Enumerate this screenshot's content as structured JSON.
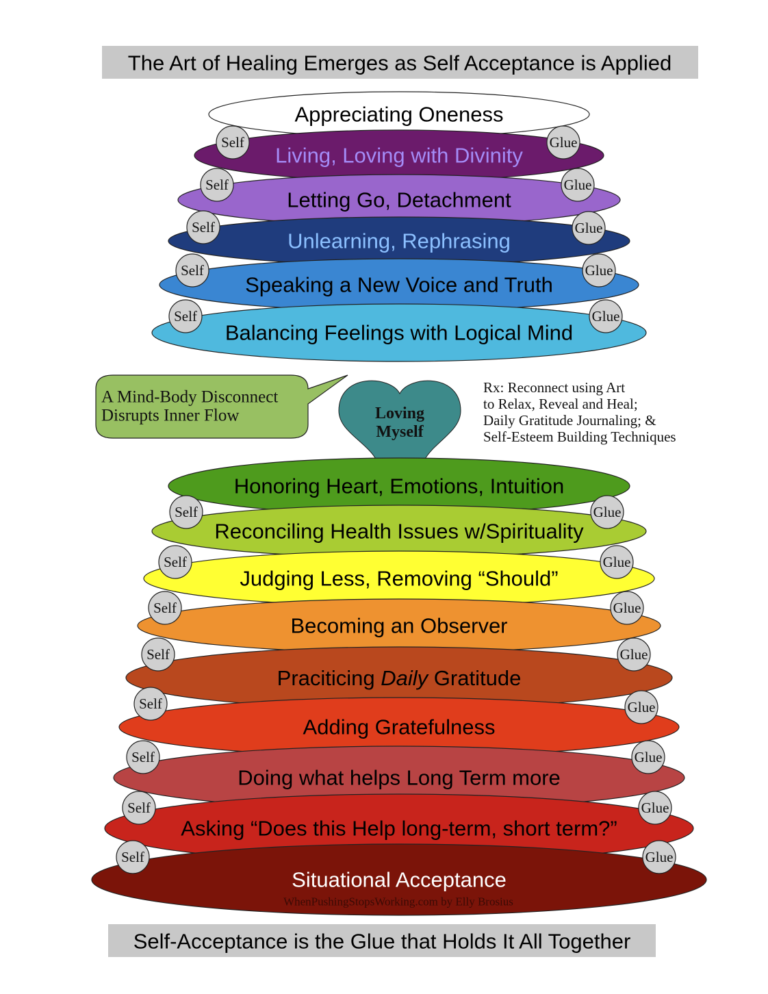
{
  "title": "The Art of Healing Emerges as Self Acceptance is Applied",
  "footer": "Self-Acceptance is the Glue that Holds It All Together",
  "badge_left": "Self",
  "badge_right": "Glue",
  "upper_layers": [
    {
      "label": "Appreciating Oneness",
      "fill": "#ffffff",
      "text": "#000000",
      "badges": false
    },
    {
      "label": "Living, Loving with Divinity",
      "fill": "#6b1b6b",
      "text": "#a48cf7",
      "badges": true
    },
    {
      "label": "Letting Go, Detachment",
      "fill": "#9966cc",
      "text": "#000000",
      "badges": true
    },
    {
      "label": "Unlearning, Rephrasing",
      "fill": "#1f3c7d",
      "text": "#8cc0ff",
      "badges": true
    },
    {
      "label": "Speaking a New Voice and Truth",
      "fill": "#3a86d2",
      "text": "#000000",
      "badges": true
    },
    {
      "label": "Balancing Feelings with Logical Mind",
      "fill": "#4fb9de",
      "text": "#000000",
      "badges": true
    }
  ],
  "lower_layers": [
    {
      "label": "Honoring Heart, Emotions, Intuition",
      "fill": "#4e9b1d",
      "text": "#000000",
      "badges": false
    },
    {
      "label": "Reconciling Health Issues w/Spirituality",
      "fill": "#a9cc33",
      "text": "#000000",
      "badges": true
    },
    {
      "label": "Judging Less, Removing “Should”",
      "fill": "#ffff33",
      "text": "#000000",
      "badges": true
    },
    {
      "label": "Becoming an Observer",
      "fill": "#ee9230",
      "text": "#000000",
      "badges": true
    },
    {
      "label_parts": [
        "Praciticing ",
        "Daily",
        " Gratitude"
      ],
      "fill": "#b9481e",
      "text": "#000000",
      "badges": true
    },
    {
      "label": "Adding Gratefulness",
      "fill": "#e03d1c",
      "text": "#000000",
      "badges": true
    },
    {
      "label": "Doing what helps Long Term more",
      "fill": "#b84444",
      "text": "#000000",
      "badges": true
    },
    {
      "label": "Asking “Does this Help long-term, short term?”",
      "fill": "#c8241c",
      "text": "#000000",
      "badges": true
    },
    {
      "label": "Situational Acceptance",
      "fill": "#7b1409",
      "text": "#ffffff",
      "badges": true
    }
  ],
  "credit": "WhenPushingStopsWorking.com by Elly Brosius",
  "speech_bubble": {
    "line1": "A Mind-Body Disconnect",
    "line2": "Disrupts  Inner Flow",
    "fill": "#98c062"
  },
  "heart": {
    "line1": "Loving",
    "line2": "Myself",
    "fill": "#3d8a8a"
  },
  "rx_note": [
    "Rx: Reconnect using Art",
    "to Relax, Reveal and Heal;",
    "Daily Gratitude Journaling; &",
    "Self-Esteem Building Techniques"
  ]
}
